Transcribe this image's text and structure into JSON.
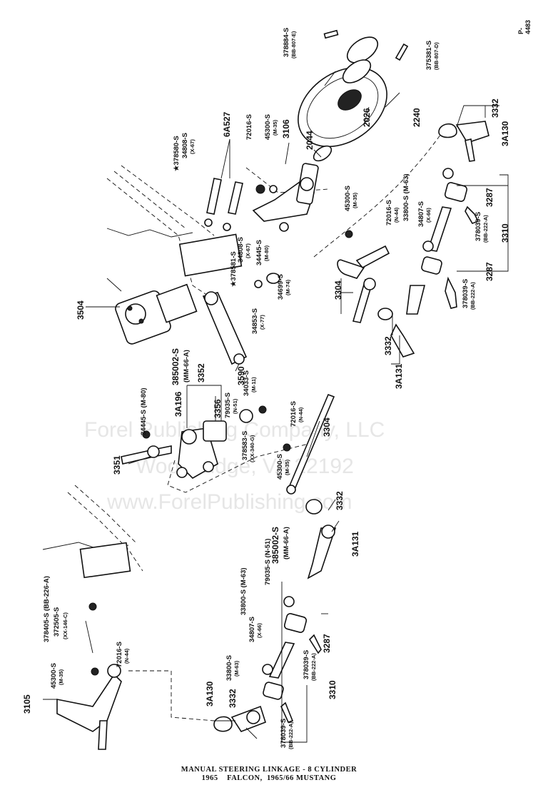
{
  "figure_ref": "P-4483",
  "caption": {
    "line1": "MANUAL STEERING LINKAGE - 8 CYLINDER",
    "line2": "1965    FALCON,  1965/66 MUSTANG"
  },
  "watermark": {
    "line1": "Forel Publishing Company, LLC",
    "line2": "Woodbridge, VA 22192",
    "line3": "www.ForelPublishing.com"
  },
  "labels": [
    {
      "id": "l3504",
      "text": "3504"
    },
    {
      "id": "l3590",
      "text": "3590"
    },
    {
      "id": "l3351",
      "text": "3351"
    },
    {
      "id": "l3A196",
      "text": "3A196"
    },
    {
      "id": "l3352",
      "text": "3352"
    },
    {
      "id": "l3356",
      "text": "3356"
    },
    {
      "id": "l3304a",
      "text": "3304"
    },
    {
      "id": "l3304b",
      "text": "3304"
    },
    {
      "id": "l3332a",
      "text": "3332"
    },
    {
      "id": "l3332b",
      "text": "3332"
    },
    {
      "id": "l3332c",
      "text": "3332"
    },
    {
      "id": "l3332d",
      "text": "3332"
    },
    {
      "id": "l3A131a",
      "text": "3A131"
    },
    {
      "id": "l3A131b",
      "text": "3A131"
    },
    {
      "id": "l3A130a",
      "text": "3A130"
    },
    {
      "id": "l3A130b",
      "text": "3A130"
    },
    {
      "id": "l3310a",
      "text": "3310"
    },
    {
      "id": "l3310b",
      "text": "3310"
    },
    {
      "id": "l3287a",
      "text": "3287"
    },
    {
      "id": "l3287b",
      "text": "3287"
    },
    {
      "id": "l3287c",
      "text": "3287"
    },
    {
      "id": "l3105",
      "text": "3105"
    },
    {
      "id": "l3106",
      "text": "3106"
    },
    {
      "id": "l2044",
      "text": "2044"
    },
    {
      "id": "l2026",
      "text": "2026"
    },
    {
      "id": "l2240",
      "text": "2240"
    },
    {
      "id": "l6A527",
      "text": "6A527"
    },
    {
      "id": "l378580",
      "text": "★378580-S"
    },
    {
      "id": "l34808a",
      "text": "34808-S"
    },
    {
      "id": "l34808a_c",
      "text": "(X-67)"
    },
    {
      "id": "l34808b",
      "text": "34808-S"
    },
    {
      "id": "l34808b_c",
      "text": "(X-67)"
    },
    {
      "id": "l378581",
      "text": "★378581-S"
    },
    {
      "id": "l72016a",
      "text": "72016-S"
    },
    {
      "id": "l72016b",
      "text": "72016-S"
    },
    {
      "id": "l72016b_c",
      "text": "(N-44)"
    },
    {
      "id": "l72016c",
      "text": "72016-S"
    },
    {
      "id": "l72016c_c",
      "text": "(N-44)"
    },
    {
      "id": "l72016d",
      "text": "72016-S"
    },
    {
      "id": "l72016d_c",
      "text": "(N-44)"
    },
    {
      "id": "l45300a",
      "text": "45300-S"
    },
    {
      "id": "l45300a_c",
      "text": "(M-35)"
    },
    {
      "id": "l45300b",
      "text": "45300-S"
    },
    {
      "id": "l45300b_c",
      "text": "(M-35)"
    },
    {
      "id": "l45300c",
      "text": "45300-S"
    },
    {
      "id": "l45300c_c",
      "text": "(M-35)"
    },
    {
      "id": "l45300d",
      "text": "45300-S"
    },
    {
      "id": "l45300d_c",
      "text": "(M-35)"
    },
    {
      "id": "l34445a",
      "text": "34445-S"
    },
    {
      "id": "l34445a_c",
      "text": "(M-80)"
    },
    {
      "id": "l34445b",
      "text": "34445-S (M-80)"
    },
    {
      "id": "l34699",
      "text": "34699-S"
    },
    {
      "id": "l34699_c",
      "text": "(M-74)"
    },
    {
      "id": "l34853",
      "text": "34853-S"
    },
    {
      "id": "l34853_c",
      "text": "(X-77)"
    },
    {
      "id": "l385002a",
      "text": "385002-S"
    },
    {
      "id": "l385002a_c",
      "text": "(MM-66-A)"
    },
    {
      "id": "l385002b",
      "text": "385002-S"
    },
    {
      "id": "l385002b_c",
      "text": "(MM-66-A)"
    },
    {
      "id": "l79035a",
      "text": "79035-S"
    },
    {
      "id": "l79035a_c",
      "text": "(N-51)"
    },
    {
      "id": "l79035b",
      "text": "79035-S (N-51)"
    },
    {
      "id": "l34033",
      "text": "34033-S"
    },
    {
      "id": "l34033_c",
      "text": "(M-11)"
    },
    {
      "id": "l378583",
      "text": "378583-S"
    },
    {
      "id": "l378583_c",
      "text": "(XX-340-G)"
    },
    {
      "id": "l378884",
      "text": "378884-S"
    },
    {
      "id": "l378884_c",
      "text": "(BB-807-E)"
    },
    {
      "id": "l375381",
      "text": "375381-S"
    },
    {
      "id": "l375381_c",
      "text": "(BB-807-D)"
    },
    {
      "id": "l33800a",
      "text": "33800-S (M-63)"
    },
    {
      "id": "l33800b",
      "text": "33800-S (M-63)"
    },
    {
      "id": "l33800c",
      "text": "33800-S"
    },
    {
      "id": "l33800c_c",
      "text": "(M-63)"
    },
    {
      "id": "l34807a",
      "text": "34807-S"
    },
    {
      "id": "l34807a_c",
      "text": "(X-66)"
    },
    {
      "id": "l34807b",
      "text": "34807-S"
    },
    {
      "id": "l34807b_c",
      "text": "(X-66)"
    },
    {
      "id": "l378039a",
      "text": "378039-S"
    },
    {
      "id": "l378039a_c",
      "text": "(BB-222-A)"
    },
    {
      "id": "l378039b",
      "text": "378039-S"
    },
    {
      "id": "l378039b_c",
      "text": "(BB-222-A)"
    },
    {
      "id": "l378039c",
      "text": "378039-S"
    },
    {
      "id": "l378039c_c",
      "text": "(BB-222-A)"
    },
    {
      "id": "l378039d",
      "text": "378039-S"
    },
    {
      "id": "l378039d_c",
      "text": "(BB-222-A)"
    },
    {
      "id": "l378405",
      "text": "378405-S (BB-226-A)"
    },
    {
      "id": "l372505",
      "text": "372505-S"
    },
    {
      "id": "l372505_c",
      "text": "(XX-146-C)"
    }
  ]
}
